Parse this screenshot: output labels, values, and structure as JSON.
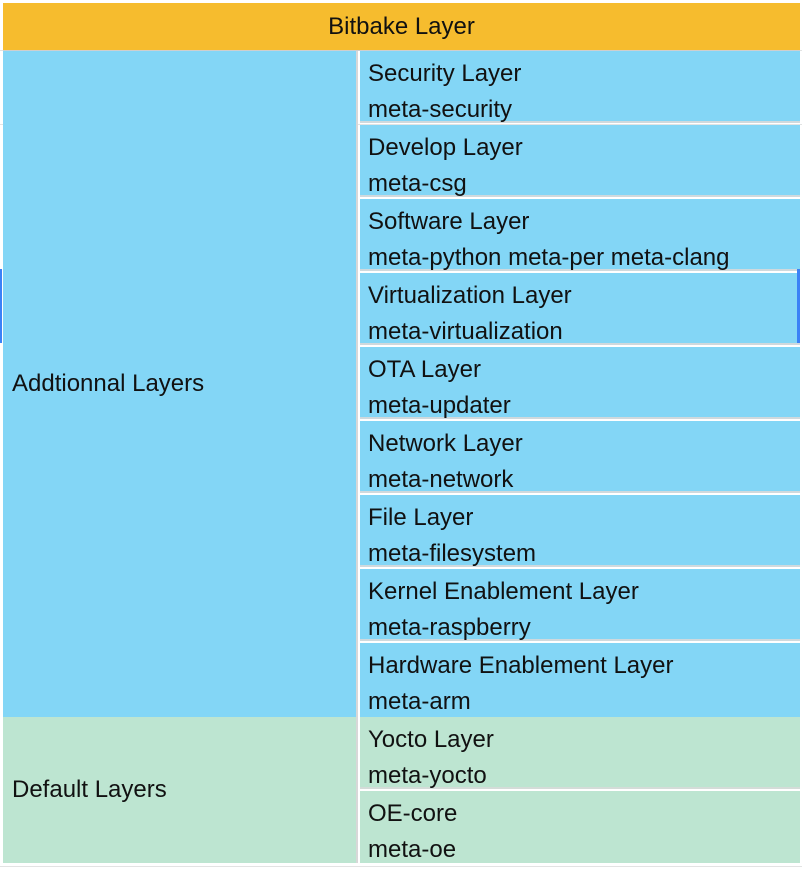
{
  "header": {
    "title": "Bitbake Layer"
  },
  "groups": {
    "additional": "Addtionnal Layers",
    "default": "Default Layers"
  },
  "additional_layers": [
    {
      "name": "Security Layer",
      "meta": "meta-security"
    },
    {
      "name": "Develop Layer",
      "meta": "meta-csg"
    },
    {
      "name": "Software Layer",
      "meta": "meta-python meta-per meta-clang"
    },
    {
      "name": "Virtualization Layer",
      "meta": "meta-virtualization"
    },
    {
      "name": "OTA Layer",
      "meta": "meta-updater"
    },
    {
      "name": "Network Layer",
      "meta": "meta-network"
    },
    {
      "name": "File Layer",
      "meta": "meta-filesystem"
    },
    {
      "name": "Kernel Enablement Layer",
      "meta": "meta-raspberry"
    },
    {
      "name": "Hardware Enablement Layer",
      "meta": "meta-arm"
    }
  ],
  "default_layers": [
    {
      "name": "Yocto Layer",
      "meta": "meta-yocto"
    },
    {
      "name": "OE-core",
      "meta": "meta-oe"
    }
  ],
  "colors": {
    "header_bg": "#f6bc2e",
    "additional_bg": "#83d6f6",
    "default_bg": "#bde5d1",
    "selection": "#3b82f6"
  }
}
